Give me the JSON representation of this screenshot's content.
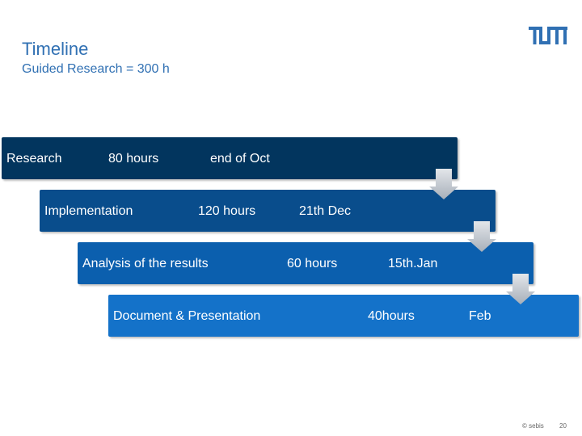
{
  "header": {
    "title": "Timeline",
    "subtitle": "Guided Research = 300 h",
    "logo_icon": "tum-logo-icon",
    "accent_color": "#3070b3"
  },
  "phases": [
    {
      "name": "Research",
      "hours": "80 hours",
      "deadline": "end of Oct",
      "color": "#02355e"
    },
    {
      "name": "Implementation",
      "hours": "120 hours",
      "deadline": "21th Dec",
      "color": "#094d8c"
    },
    {
      "name": "Analysis of the results",
      "hours": "60 hours",
      "deadline": "15th.Jan",
      "color": "#0b5fae"
    },
    {
      "name": "Document & Presentation",
      "hours": "40hours",
      "deadline": "Feb",
      "color": "#1472c9"
    }
  ],
  "connector_icon": "down-arrow-icon",
  "footer": {
    "copyright": "© sebis",
    "page_number": "20"
  }
}
